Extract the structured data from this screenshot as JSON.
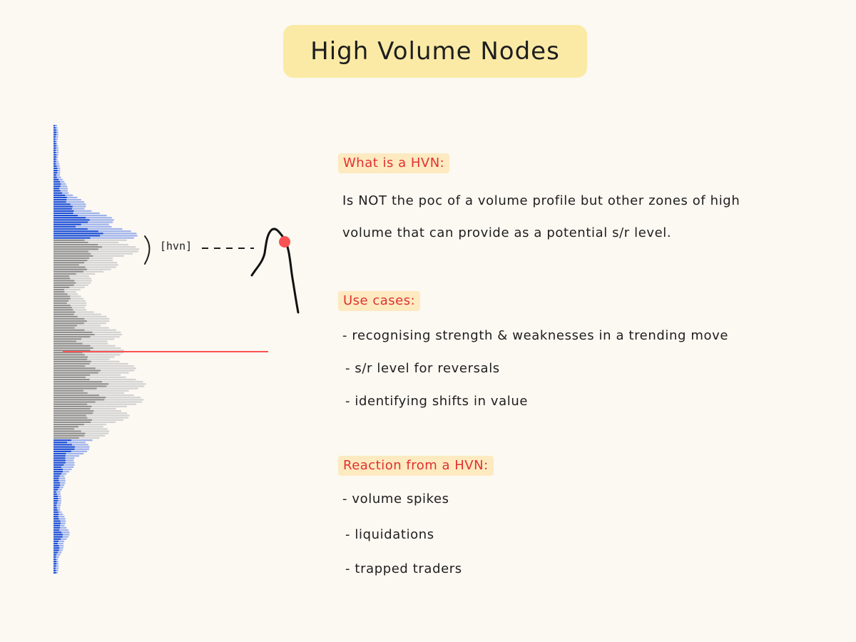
{
  "title": "High Volume Nodes",
  "diagram": {
    "hvn_label": "[hvn]",
    "poc_color": "#fa5252",
    "marker_color": "#fa5252",
    "profile_colors": {
      "outer_dark": "#1c4fd6",
      "outer_light": "#9db2ec",
      "inner_dark": "#8f8f8f",
      "inner_light": "#d2d2d2"
    }
  },
  "sections": {
    "what": {
      "heading": "What is a HVN:",
      "lines": [
        "Is NOT the poc of a volume profile but other zones of high",
        "volume that can provide as a potential s/r level."
      ]
    },
    "use_cases": {
      "heading": "Use cases:",
      "items": [
        "- recognising strength & weaknesses in a trending move",
        "- s/r level for reversals",
        "- identifying shifts in value"
      ]
    },
    "reaction": {
      "heading": "Reaction from a HVN:",
      "items": [
        "- volume spikes",
        "- liquidations",
        "- trapped traders"
      ]
    }
  }
}
